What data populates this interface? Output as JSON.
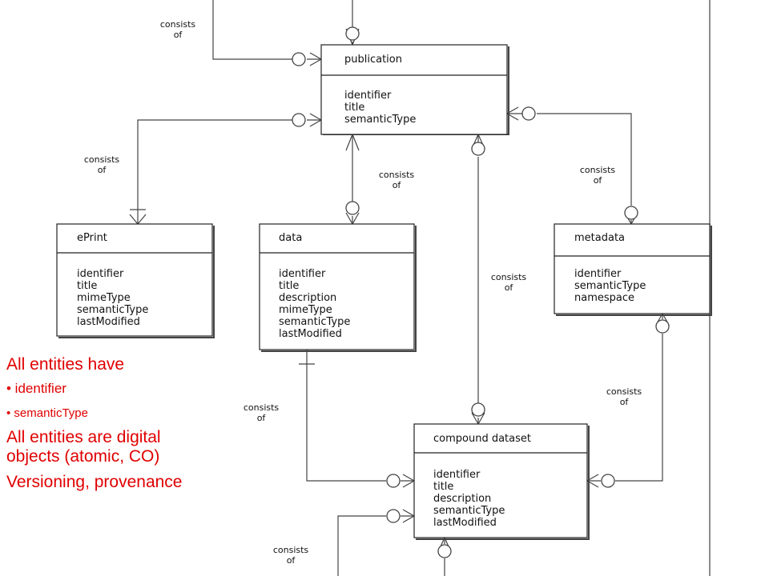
{
  "entities": {
    "publication": {
      "name": "publication",
      "attrs": [
        "identifier",
        "title",
        "semanticType"
      ]
    },
    "eprint": {
      "name": "ePrint",
      "attrs": [
        "identifier",
        "title",
        "mimeType",
        "semanticType",
        "lastModified"
      ]
    },
    "data": {
      "name": "data",
      "attrs": [
        "identifier",
        "title",
        "description",
        "mimeType",
        "semanticType",
        "lastModified"
      ]
    },
    "metadata": {
      "name": "metadata",
      "attrs": [
        "identifier",
        "semanticType",
        "namespace"
      ]
    },
    "compound": {
      "name": "compound dataset",
      "attrs": [
        "identifier",
        "title",
        "description",
        "semanticType",
        "lastModified"
      ]
    }
  },
  "relations": {
    "consists": "consists",
    "of": "of"
  },
  "notes": {
    "line1": "All entities have",
    "bullet1": "• identifier",
    "bullet2": "• semanticType",
    "line2": "All entities are digital objects (atomic, CO)",
    "line3": "Versioning, provenance"
  }
}
